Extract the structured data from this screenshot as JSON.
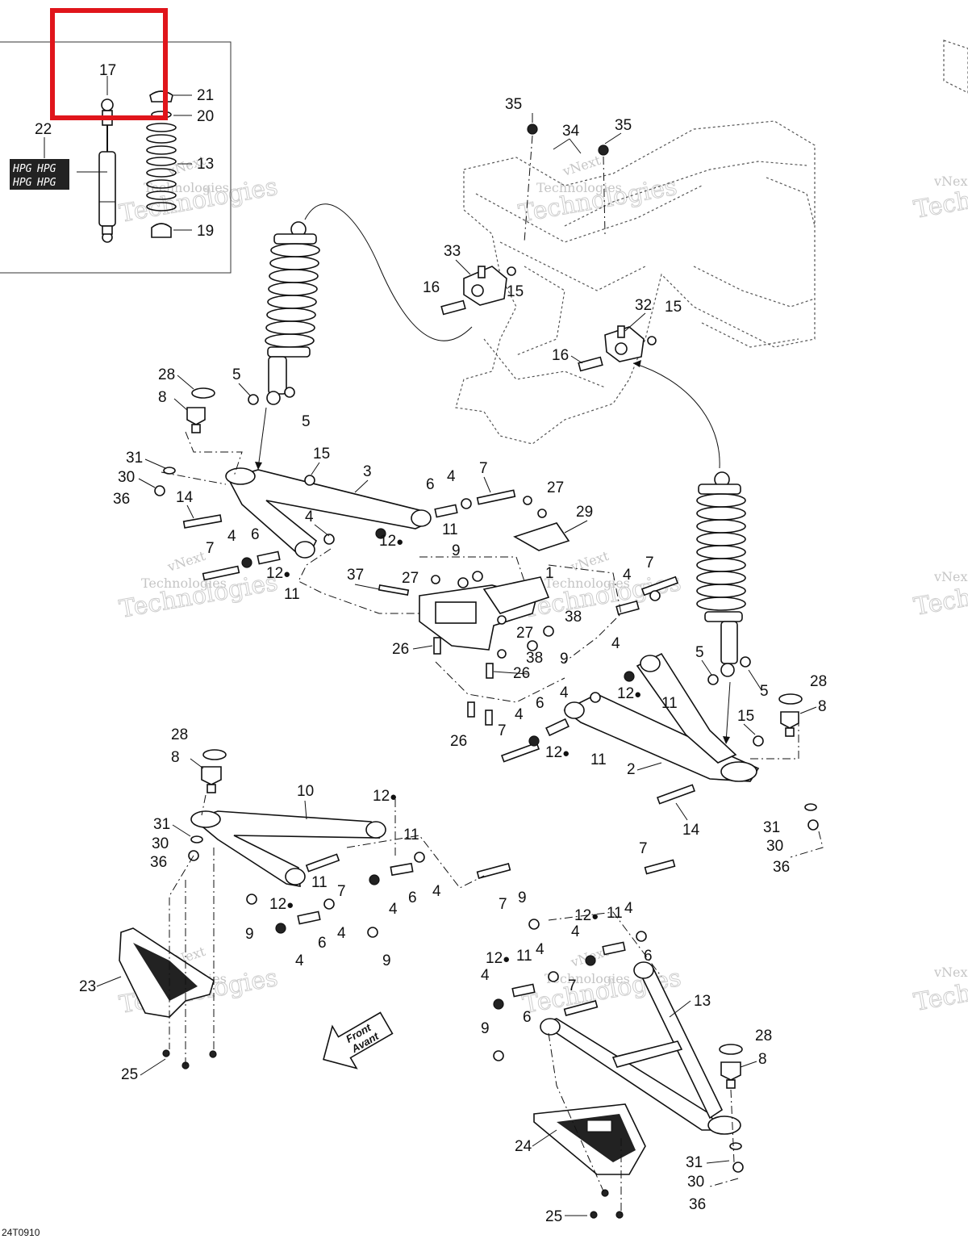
{
  "diagram": {
    "drawing_code": "24T0910",
    "highlight_color": "#e0151b",
    "inset_labels": [
      "17",
      "21",
      "20",
      "13",
      "22",
      "19"
    ],
    "inset_badge_text": "HPG",
    "front_arrow": {
      "line1": "Front",
      "line2": "Avant"
    },
    "watermark": {
      "line1": "vNext",
      "line2": "Technologies",
      "outline": "Technologies",
      "edge_fragment": "vNext",
      "edge_outline": "Tech"
    },
    "callouts": {
      "c35a": "35",
      "c34": "34",
      "c35b": "35",
      "c33": "33",
      "c16a": "16",
      "c15a": "15",
      "c32": "32",
      "c15b": "15",
      "c16b": "16",
      "c28a": "28",
      "c8a": "8",
      "c5a": "5",
      "c5b": "5",
      "c31a": "31",
      "c30a": "30",
      "c36a": "36",
      "c14a": "14",
      "c15c": "15",
      "c3": "3",
      "c6a": "6",
      "c4a": "4",
      "c7a": "7",
      "c27a": "27",
      "c29": "29",
      "c4b": "4",
      "c12a": "12",
      "c11a": "11",
      "c7b": "7",
      "c4c": "4",
      "c6b": "6",
      "c12b": "12",
      "c11b": "11",
      "c9a": "9",
      "c37": "37",
      "c27b": "27",
      "c1": "1",
      "c7c": "7",
      "c4d": "4",
      "c38a": "38",
      "c27c": "27",
      "c26a": "26",
      "c38b": "38",
      "c9b": "9",
      "c26b": "26",
      "c4e": "4",
      "c12c": "12",
      "c11c": "11",
      "c5c": "5",
      "c5d": "5",
      "c28b": "28",
      "c8b": "8",
      "c4f": "4",
      "c6c": "6",
      "c26c": "26",
      "c7d": "7",
      "c4g": "4",
      "c12d": "12",
      "c11d": "11",
      "c15d": "15",
      "c2": "2",
      "c14b": "14",
      "c31b": "31",
      "c30b": "30",
      "c36b": "36",
      "c28c": "28",
      "c8c": "8",
      "c10": "10",
      "c12e": "12",
      "c31c": "31",
      "c11e": "11",
      "c30c": "30",
      "c36c": "36",
      "c11f": "11",
      "c7e": "7",
      "c12f": "12",
      "c6d": "6",
      "c4h": "4",
      "c9c": "9",
      "c4i": "4",
      "c6e": "6",
      "c4j": "4",
      "c9d": "9",
      "c7f": "7",
      "c7g": "7",
      "c9e": "9",
      "c12g": "12",
      "c11g": "11",
      "c4k": "4",
      "c4l": "4",
      "c6f": "6",
      "c12h": "12",
      "c11h": "11",
      "c4m": "4",
      "c4n": "4",
      "c7h": "7",
      "c6g": "6",
      "c13": "13",
      "c23": "23",
      "c25a": "25",
      "c9f": "9",
      "c28d": "28",
      "c8d": "8",
      "c24": "24",
      "c31d": "31",
      "c30d": "30",
      "c36d": "36",
      "c25b": "25"
    }
  }
}
